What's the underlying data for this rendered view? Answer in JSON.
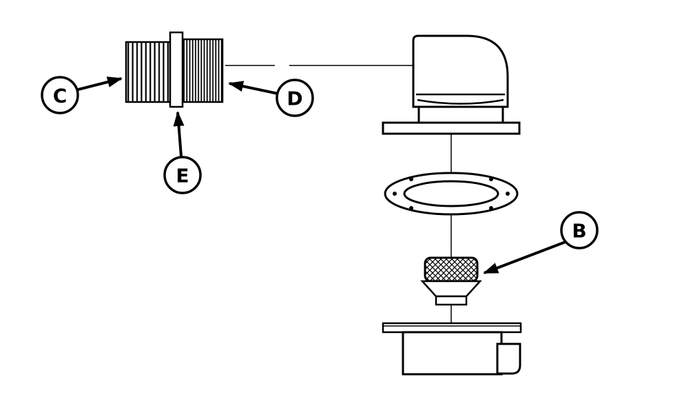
{
  "diagram": {
    "background_color": "#ffffff",
    "line_color": "#000000"
  },
  "callouts": {
    "B": {
      "label": "B"
    },
    "C": {
      "label": "C"
    },
    "D": {
      "label": "D"
    },
    "E": {
      "label": "E"
    }
  }
}
